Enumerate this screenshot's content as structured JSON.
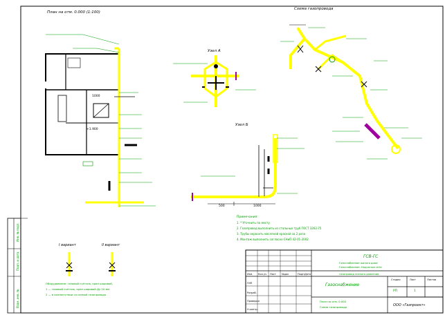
{
  "window": {
    "title": "Газоснабжение — чертёж"
  },
  "plan": {
    "title": "План на отм. 0.000 (1:100)",
    "dim1": "1000",
    "dim2": "+1.900"
  },
  "node_a": {
    "title": "Узел А"
  },
  "node_b": {
    "title": "Узел Б",
    "dim1": "500",
    "dim2": "1000"
  },
  "axon": {
    "title": "Схема газопровода"
  },
  "notes": {
    "heading": "Примечания:",
    "lines": [
      "1. * Уточнить по месту",
      "2. Газопровод выполнить из стальных труб ГОСТ 3262-75",
      "3. Трубы окрасить масляной краской за 2 раза",
      "4. Монтаж выполнить согласно СНиП 42-01-2002"
    ]
  },
  "variants": {
    "v1": "I вариант",
    "v2": "II вариант",
    "note_lines": [
      "Оборудование: газовый счётчик, кран шаровой,",
      "1 — газовый счётчик, кран шаровой Ду 20 мм",
      "2 — в соответствии со схемой газопровода"
    ]
  },
  "titleblock": {
    "code": "ГСВ-ГС",
    "org": "Газоснабжение жилого дома",
    "desc1": "Газоснабжение. Наружные сети",
    "desc2": "газопровод низкого давления",
    "sheet_title": "Газоснабжение",
    "stage_label": "Стадия",
    "sheet_label": "Лист",
    "sheets_label": "Листов",
    "stage_val": "РП",
    "sheet_val": "1",
    "plan_caption": "План на отм. 0.000",
    "scheme_caption": "Схема газопровода",
    "company": "ООО «Газпроект»",
    "rows": [
      "Изм.",
      "Кол.уч",
      "Лист",
      "№док",
      "Подп.",
      "Дата"
    ],
    "roles": [
      "ГИП",
      "Разраб.",
      "Проверил",
      "Н.контр."
    ]
  },
  "margin": {
    "labels": [
      "Инв. № подл.",
      "Подп. и дата",
      "Взам. инв. №"
    ]
  }
}
